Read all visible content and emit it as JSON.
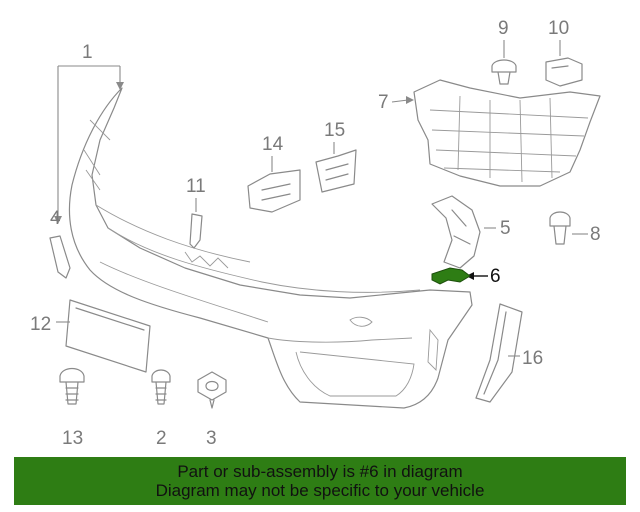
{
  "callouts": [
    {
      "id": "1",
      "text": "1"
    },
    {
      "id": "2",
      "text": "2"
    },
    {
      "id": "3",
      "text": "3"
    },
    {
      "id": "4",
      "text": "4"
    },
    {
      "id": "5",
      "text": "5"
    },
    {
      "id": "6",
      "text": "6",
      "highlighted": true
    },
    {
      "id": "7",
      "text": "7"
    },
    {
      "id": "8",
      "text": "8"
    },
    {
      "id": "9",
      "text": "9"
    },
    {
      "id": "10",
      "text": "10"
    },
    {
      "id": "11",
      "text": "11"
    },
    {
      "id": "12",
      "text": "12"
    },
    {
      "id": "13",
      "text": "13"
    },
    {
      "id": "14",
      "text": "14"
    },
    {
      "id": "15",
      "text": "15"
    },
    {
      "id": "16",
      "text": "16"
    }
  ],
  "banner": {
    "line1": "Part or sub-assembly is #6 in diagram",
    "line2": "Diagram may not be specific to your vehicle"
  },
  "colors": {
    "banner_bg": "#2e7d14",
    "highlight_part": "#2e7d14",
    "line_art": "#8a8a8a"
  }
}
